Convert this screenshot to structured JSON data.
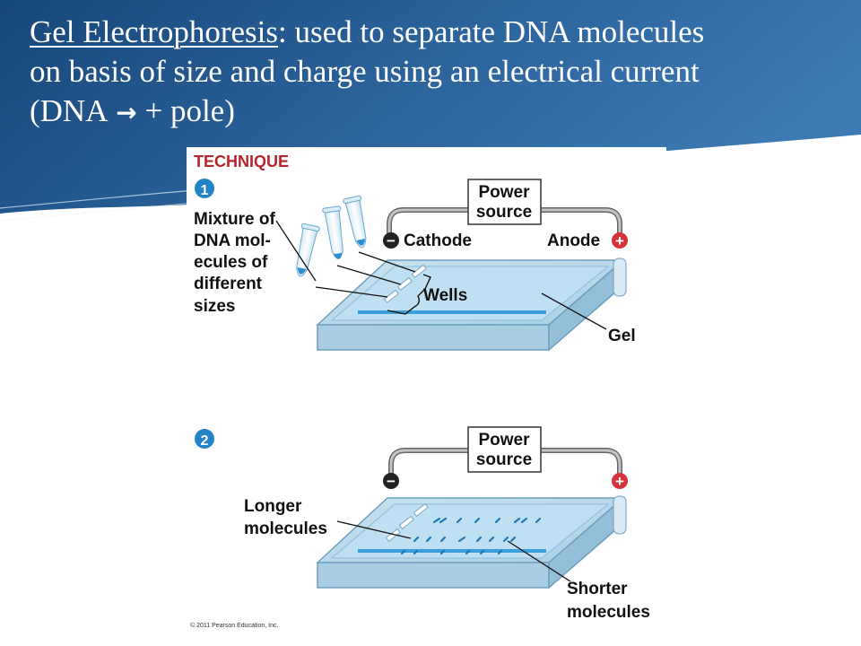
{
  "slide": {
    "title_term": "Gel Electrophoresis",
    "title_line1_rest": ": used to separate DNA molecules",
    "title_line2": "on basis of size and charge using an electrical current",
    "title_line3_open": "(DNA",
    "title_arrow": "→",
    "title_line3_rest": "+ pole)"
  },
  "figure": {
    "header": "TECHNIQUE",
    "step1": {
      "number": "1",
      "power_line1": "Power",
      "power_line2": "source",
      "cathode": "Cathode",
      "anode": "Anode",
      "minus": "−",
      "plus": "+",
      "mixture": [
        "Mixture of",
        "DNA mol-",
        "ecules of",
        "different",
        "sizes"
      ],
      "wells": "Wells",
      "gel": "Gel"
    },
    "step2": {
      "number": "2",
      "power_line1": "Power",
      "power_line2": "source",
      "minus": "−",
      "plus": "+",
      "longer": [
        "Longer",
        "molecules"
      ],
      "shorter": [
        "Shorter",
        "molecules"
      ]
    },
    "copyright": "© 2011 Pearson Education, Inc."
  },
  "colors": {
    "slide_blue": "#2a5f94",
    "header_red": "#b8232e",
    "step_badge_blue": "#2283c6",
    "terminal_red": "#d6323a",
    "gel_blue": "#bcdbec",
    "band_blue": "#1f76b4"
  }
}
